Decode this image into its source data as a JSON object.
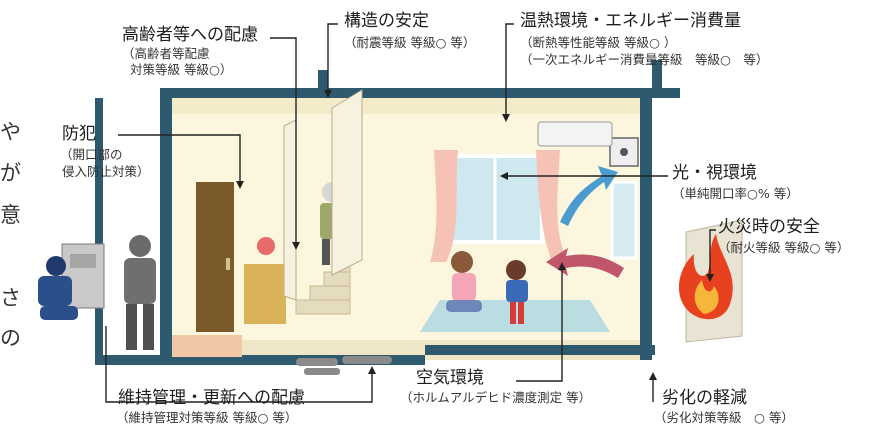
{
  "labels": {
    "elderly": {
      "title": "高齢者等への配慮",
      "sub1": "（高齢者等配慮",
      "sub2": "対策等級 等級○）"
    },
    "structure": {
      "title": "構造の安定",
      "sub": "（耐震等級 等級○ 等）"
    },
    "thermal": {
      "title": "温熱環境・エネルギー消費量",
      "sub1": "（断熱等性能等級 等級○ ）",
      "sub2": "（一次エネルギー消費量等級　等級○　等）"
    },
    "crime": {
      "title": "防犯",
      "sub1": "（開口部の",
      "sub2": "侵入防止対策）"
    },
    "light": {
      "title": "光・視環境",
      "sub": "（単純開口率○% 等）"
    },
    "fire": {
      "title": "火災時の安全",
      "sub": "（耐火等級 等級○ 等）"
    },
    "air": {
      "title": "空気環境",
      "sub": "（ホルムアルデヒド濃度測定 等）"
    },
    "maintenance": {
      "title": "維持管理・更新への配慮",
      "sub": "（維持管理対策等級 等級○ 等）"
    },
    "degradation": {
      "title": "劣化の軽減",
      "sub": "（劣化対策等級　○ 等）"
    }
  },
  "side_text": [
    "や",
    "が",
    "意",
    "さ",
    "の"
  ],
  "colors": {
    "frame": "#2d5a6e",
    "wall": "#fbf6dd",
    "floor": "#efe6c8",
    "door": "#7a5a2a",
    "leader": "#222222",
    "fire": "#e8411f"
  }
}
